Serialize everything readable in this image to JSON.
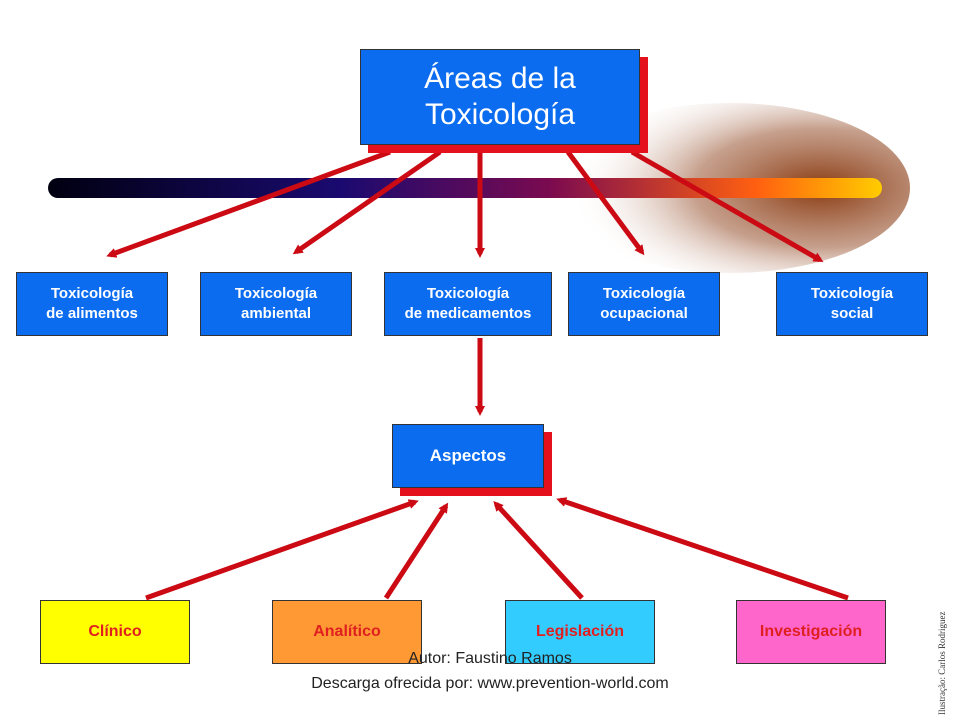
{
  "title": {
    "line1": "Áreas de la",
    "line2": "Toxicología"
  },
  "areas": [
    {
      "line1": "Toxicología",
      "line2": "de alimentos"
    },
    {
      "line1": "Toxicología",
      "line2": "ambiental"
    },
    {
      "line1": "Toxicología",
      "line2": "de medicamentos"
    },
    {
      "line1": "Toxicología",
      "line2": "ocupacional"
    },
    {
      "line1": "Toxicología",
      "line2": "social"
    }
  ],
  "aspects_label": "Aspectos",
  "aspects": [
    {
      "label": "Clínico",
      "color": "#ffff00"
    },
    {
      "label": "Analítico",
      "color": "#ff9933"
    },
    {
      "label": "Legislación",
      "color": "#33ccff"
    },
    {
      "label": "Investigación",
      "color": "#ff66cc"
    }
  ],
  "credits": {
    "author": "Autor: Faustino Ramos",
    "download": "Descarga ofrecida por: www.prevention-world.com",
    "illustration": "Ilustração: Carlos Rodriguez"
  },
  "colors": {
    "box_blue": "#0b6cf0",
    "arrow_red": "#cc0a14",
    "shadow_red": "#e4101c"
  }
}
